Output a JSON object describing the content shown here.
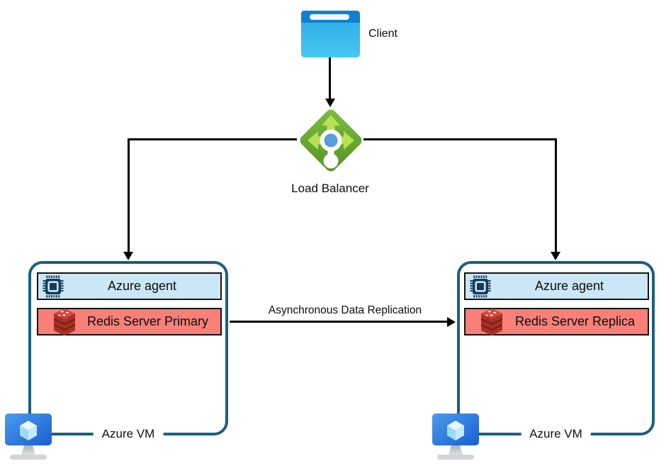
{
  "client": {
    "label": "Client"
  },
  "load_balancer": {
    "label": "Load Balancer"
  },
  "replication": {
    "label": "Asynchronous Data Replication"
  },
  "vm_left": {
    "box_label": "Azure VM",
    "agent": "Azure agent",
    "redis": "Redis Server Primary"
  },
  "vm_right": {
    "box_label": "Azure VM",
    "agent": "Azure agent",
    "redis": "Redis Server Replica"
  },
  "icons": {
    "client": "browser-window-icon",
    "load_balancer": "load-balancer-icon",
    "agent": "cpu-chip-icon",
    "redis": "redis-database-icon",
    "vm": "azure-vm-monitor-icon"
  },
  "colors": {
    "box_border": "#1a607f",
    "agent_bar_bg": "#cbe7f5",
    "redis_bar_bg": "#f98078",
    "wire": "#000000",
    "lb_diamond_green": "#68a836",
    "lb_arrow_green": "#b8e052",
    "lb_dot_blue": "#5b9bd8",
    "client_body_blue": "#35b5ea",
    "client_topbar_blue": "#0f81d1",
    "monitor_blue": "#2f7de1",
    "chip_navy": "#16395e",
    "redis_red": "#d8453a"
  }
}
